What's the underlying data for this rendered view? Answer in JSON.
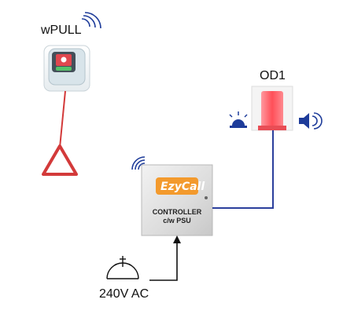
{
  "devices": {
    "pull_cord": {
      "label": "wPULL"
    },
    "output_device": {
      "label": "OD1"
    },
    "controller": {
      "brand": "EzyCall",
      "line1": "CONTROLLER",
      "line2": "c/w PSU"
    },
    "power": {
      "label": "240V AC"
    }
  },
  "colors": {
    "wire": "#2b3f9c",
    "pull_cord": "#d33a3a",
    "beacon": "#ff5a5f",
    "icon_blue": "#1e3c9a",
    "brand_orange": "#f39a2d"
  },
  "icons": [
    "wifi-icon",
    "wifi-icon",
    "beacon-icon",
    "speaker-icon",
    "earth-symbol-icon"
  ]
}
